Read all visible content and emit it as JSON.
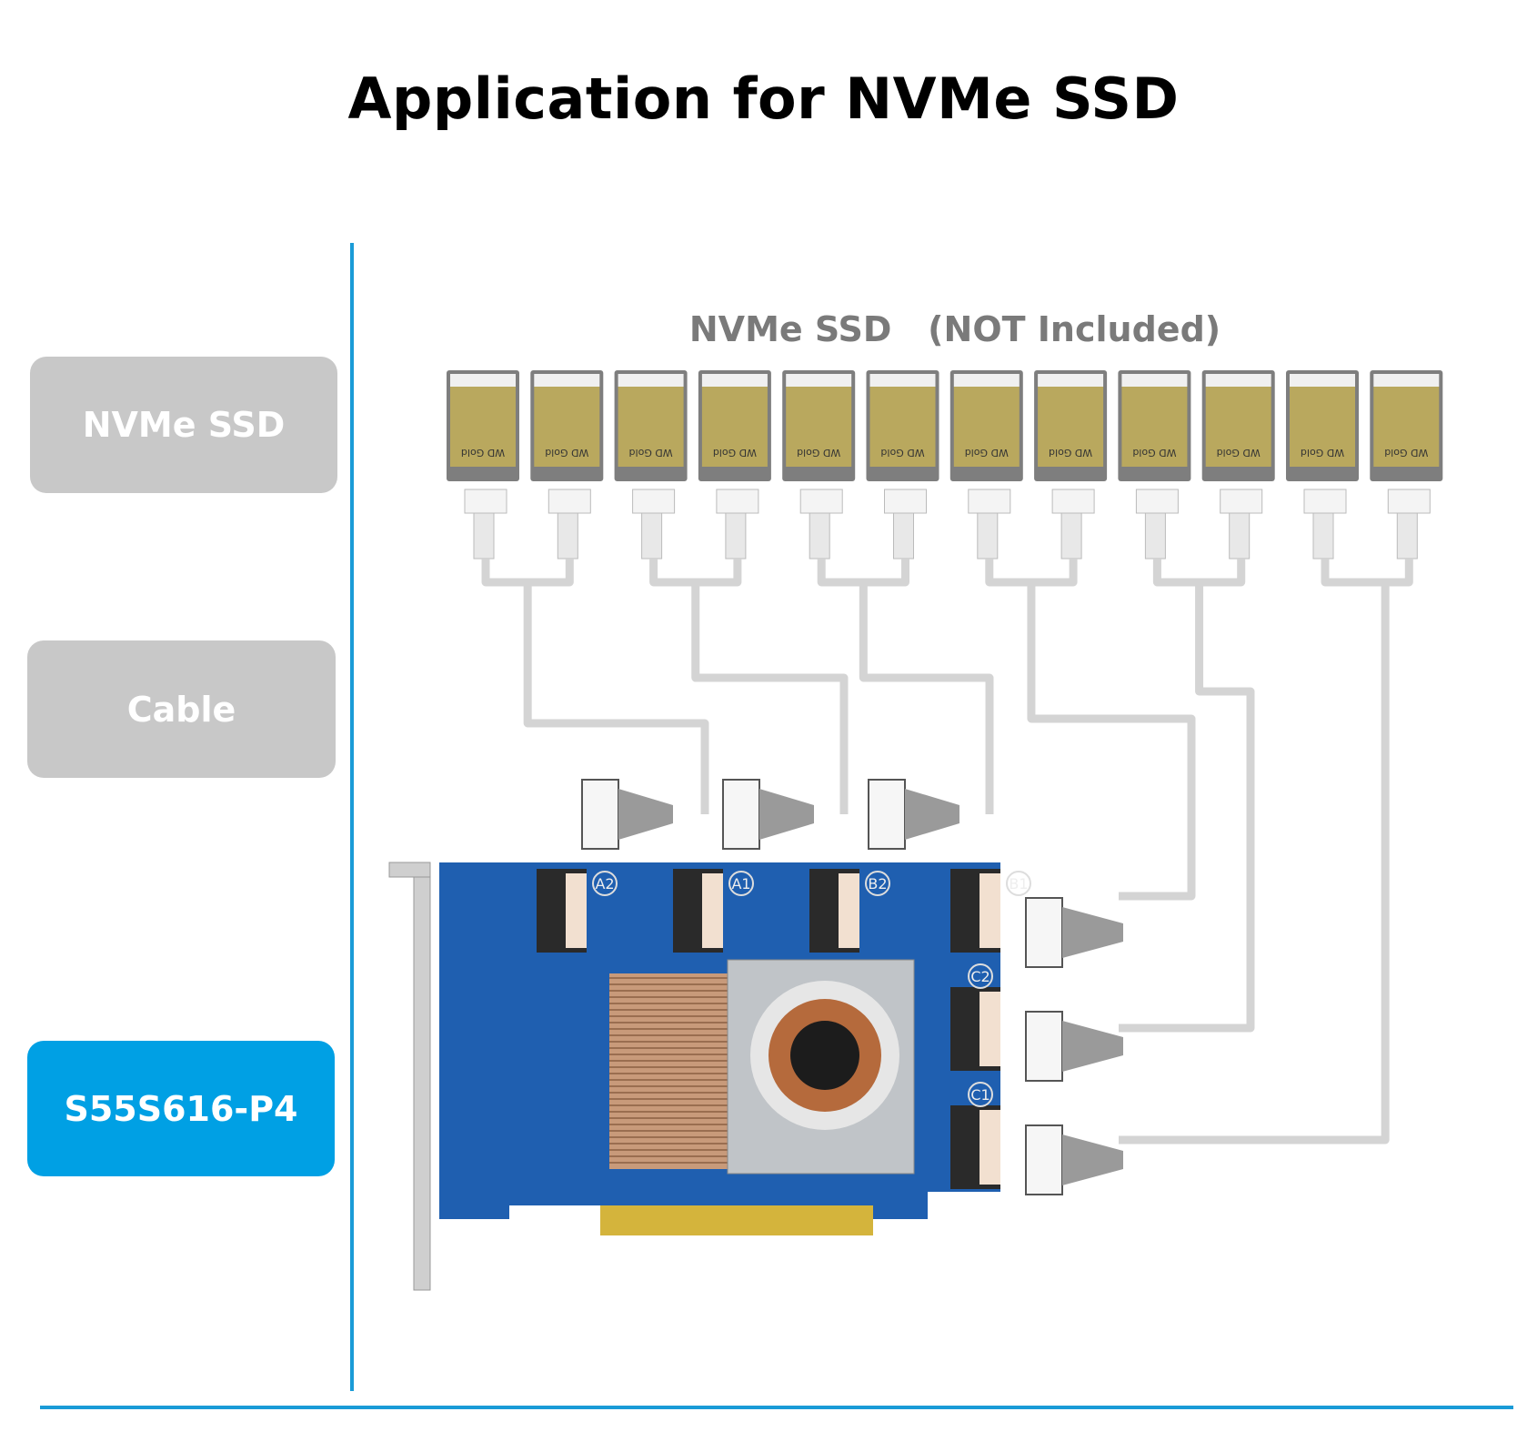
{
  "title": "Application for NVMe SSD",
  "sidebar": {
    "items": [
      {
        "label": "NVMe SSD",
        "active": false
      },
      {
        "label": "Cable",
        "active": false
      },
      {
        "label": "S55S616-P4",
        "active": true
      }
    ]
  },
  "diagram": {
    "ssd_label": "NVMe SSD",
    "ssd_note": "(NOT Included)",
    "ssd_count": 12,
    "ssd_brand_lettering": "WD Gold",
    "card_port_labels": [
      "A2",
      "A1",
      "B2",
      "B1",
      "C2",
      "C1"
    ]
  },
  "colors": {
    "accent": "#00a0e4",
    "divider": "#1a9bd7",
    "inactive_box": "#c8c8c8",
    "pcb": "#1f5fb0"
  }
}
